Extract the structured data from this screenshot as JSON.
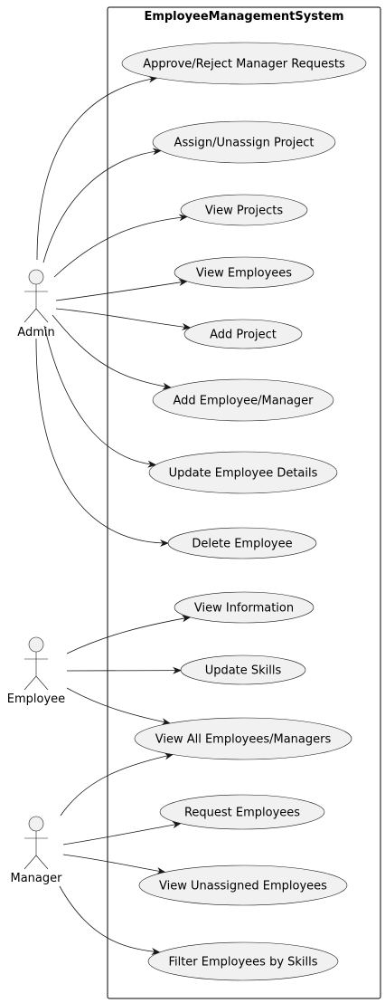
{
  "system": {
    "title": "EmployeeManagementSystem"
  },
  "actors": [
    {
      "id": "admin",
      "label": "Admin"
    },
    {
      "id": "employee",
      "label": "Employee"
    },
    {
      "id": "manager",
      "label": "Manager"
    }
  ],
  "use_cases": [
    {
      "id": "approve",
      "label": "Approve/Reject Manager Requests"
    },
    {
      "id": "assign",
      "label": "Assign/Unassign Project"
    },
    {
      "id": "viewprojects",
      "label": "View Projects"
    },
    {
      "id": "viewemployees",
      "label": "View Employees"
    },
    {
      "id": "addproject",
      "label": "Add Project"
    },
    {
      "id": "addemp",
      "label": "Add Employee/Manager"
    },
    {
      "id": "update",
      "label": "Update Employee Details"
    },
    {
      "id": "delete",
      "label": "Delete Employee"
    },
    {
      "id": "viewinfo",
      "label": "View Information"
    },
    {
      "id": "updateskills",
      "label": "Update Skills"
    },
    {
      "id": "viewall",
      "label": "View All Employees/Managers"
    },
    {
      "id": "request",
      "label": "Request Employees"
    },
    {
      "id": "unassigned",
      "label": "View Unassigned Employees"
    },
    {
      "id": "filter",
      "label": "Filter Employees by Skills"
    }
  ],
  "associations": [
    {
      "from": "admin",
      "to": "approve"
    },
    {
      "from": "admin",
      "to": "assign"
    },
    {
      "from": "admin",
      "to": "viewprojects"
    },
    {
      "from": "admin",
      "to": "viewemployees"
    },
    {
      "from": "admin",
      "to": "addproject"
    },
    {
      "from": "admin",
      "to": "addemp"
    },
    {
      "from": "admin",
      "to": "update"
    },
    {
      "from": "admin",
      "to": "delete"
    },
    {
      "from": "employee",
      "to": "viewinfo"
    },
    {
      "from": "employee",
      "to": "updateskills"
    },
    {
      "from": "employee",
      "to": "viewall"
    },
    {
      "from": "manager",
      "to": "viewall"
    },
    {
      "from": "manager",
      "to": "request"
    },
    {
      "from": "manager",
      "to": "unassigned"
    },
    {
      "from": "manager",
      "to": "filter"
    }
  ]
}
